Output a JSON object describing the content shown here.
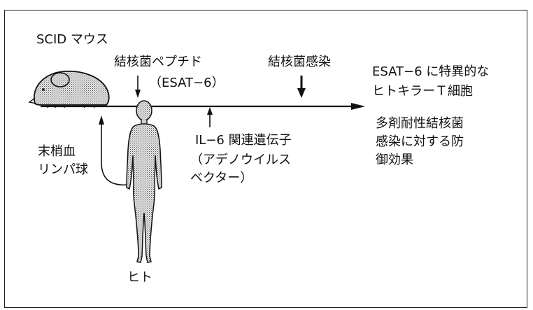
{
  "labels": {
    "scid_mouse": "SCID マウス",
    "tb_peptide": "結核菌ペプチド",
    "esat6_paren": "（ESAT−6）",
    "tb_infection": "結核菌感染",
    "result_line1": "ESAT−6 に特異的な",
    "result_line2": "ヒトキラーＴ細胞",
    "il6_gene": "IL−6 関連遺伝子",
    "adenovirus_vector": "（アデノウイルス\nベクター）",
    "peripheral_lymph": "末梢血\nリンパ球",
    "mdr_protection": "多剤耐性結核菌\n感染に対する防\n御効果",
    "human": "ヒト"
  },
  "icons": {
    "mouse": "mouse-icon",
    "human": "human-figure-icon"
  },
  "colors": {
    "line": "#111111",
    "figure_fill": "#c8c8c8"
  }
}
